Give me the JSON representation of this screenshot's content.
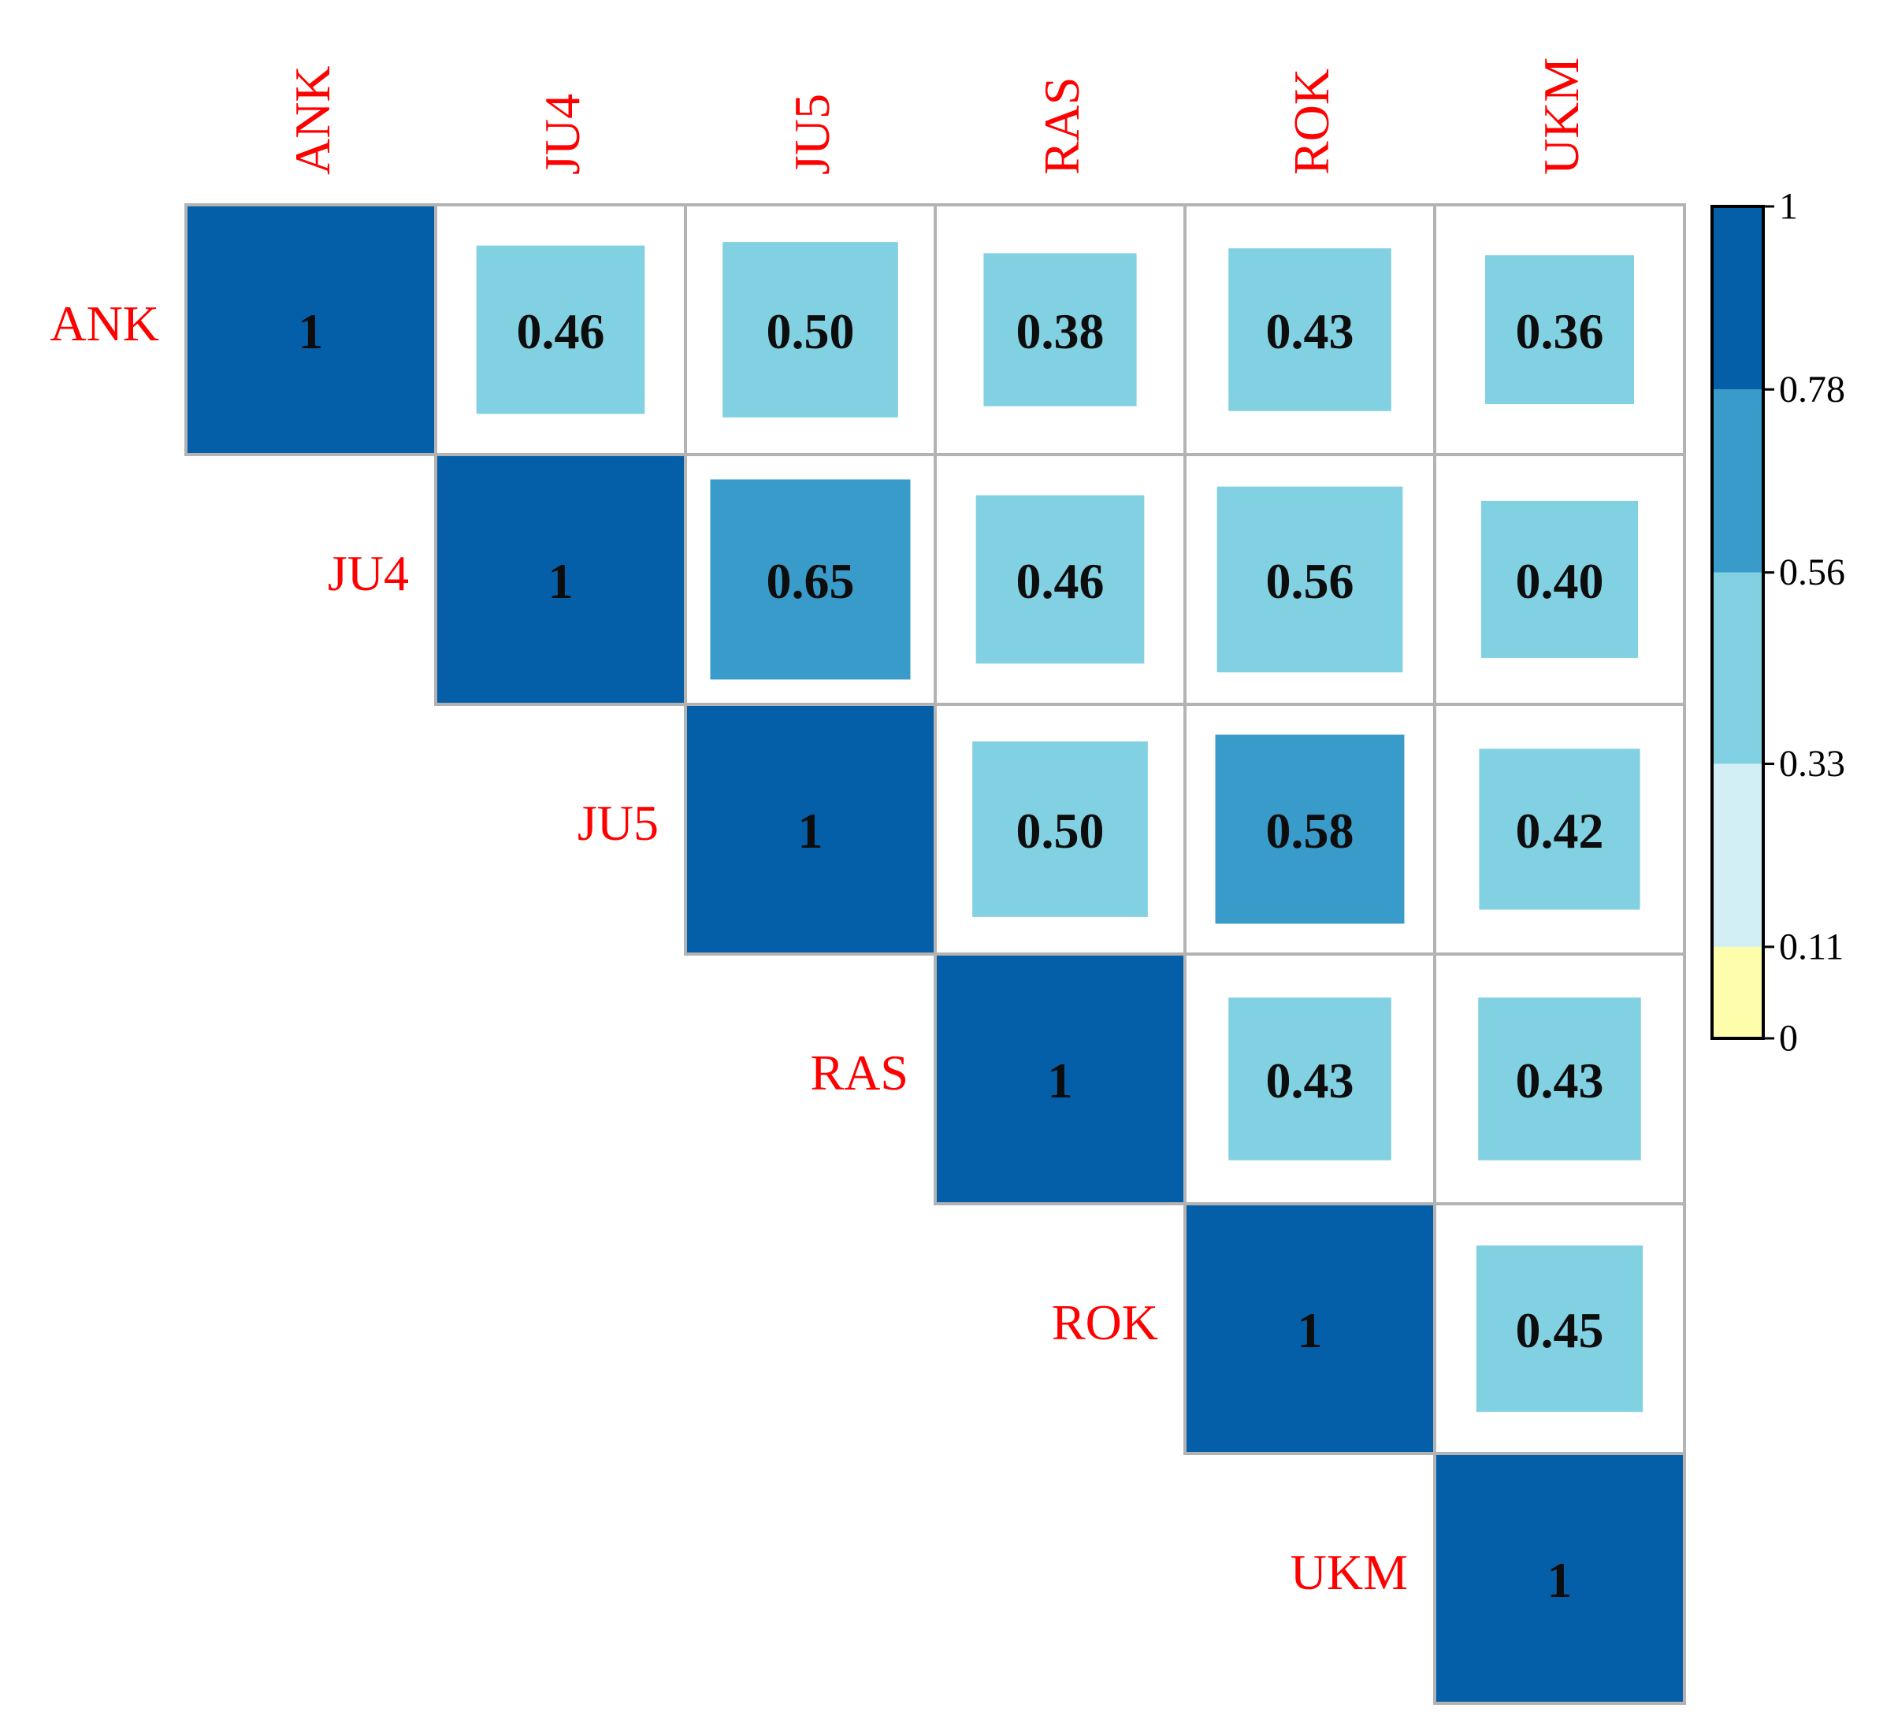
{
  "chart_data": {
    "type": "heatmap",
    "title": "",
    "layout": "upper-triangle",
    "categories": [
      "ANK",
      "JU4",
      "JU5",
      "RAS",
      "ROK",
      "UKM"
    ],
    "matrix": [
      [
        1,
        0.46,
        0.5,
        0.38,
        0.43,
        0.36
      ],
      [
        null,
        1,
        0.65,
        0.46,
        0.56,
        0.4
      ],
      [
        null,
        null,
        1,
        0.5,
        0.58,
        0.42
      ],
      [
        null,
        null,
        null,
        1,
        0.43,
        0.43
      ],
      [
        null,
        null,
        null,
        null,
        1,
        0.45
      ],
      [
        null,
        null,
        null,
        null,
        null,
        1
      ]
    ],
    "value_labels": [
      [
        "1",
        "0.46",
        "0.50",
        "0.38",
        "0.43",
        "0.36"
      ],
      [
        null,
        "1",
        "0.65",
        "0.46",
        "0.56",
        "0.40"
      ],
      [
        null,
        null,
        "1",
        "0.50",
        "0.58",
        "0.42"
      ],
      [
        null,
        null,
        null,
        "1",
        "0.43",
        "0.43"
      ],
      [
        null,
        null,
        null,
        null,
        "1",
        "0.45"
      ],
      [
        null,
        null,
        null,
        null,
        null,
        "1"
      ]
    ],
    "colorbar": {
      "breaks": [
        0,
        0.11,
        0.33,
        0.56,
        0.78,
        1
      ],
      "tick_labels": [
        "0",
        "0.11",
        "0.33",
        "0.56",
        "0.78",
        "1"
      ],
      "colors": [
        "#fdfdab",
        "#d2eff5",
        "#82d1e3",
        "#389bca",
        "#055ea8"
      ],
      "position": "right"
    },
    "label_color": "#ff0000",
    "grid_color": "#b3b3b3"
  }
}
